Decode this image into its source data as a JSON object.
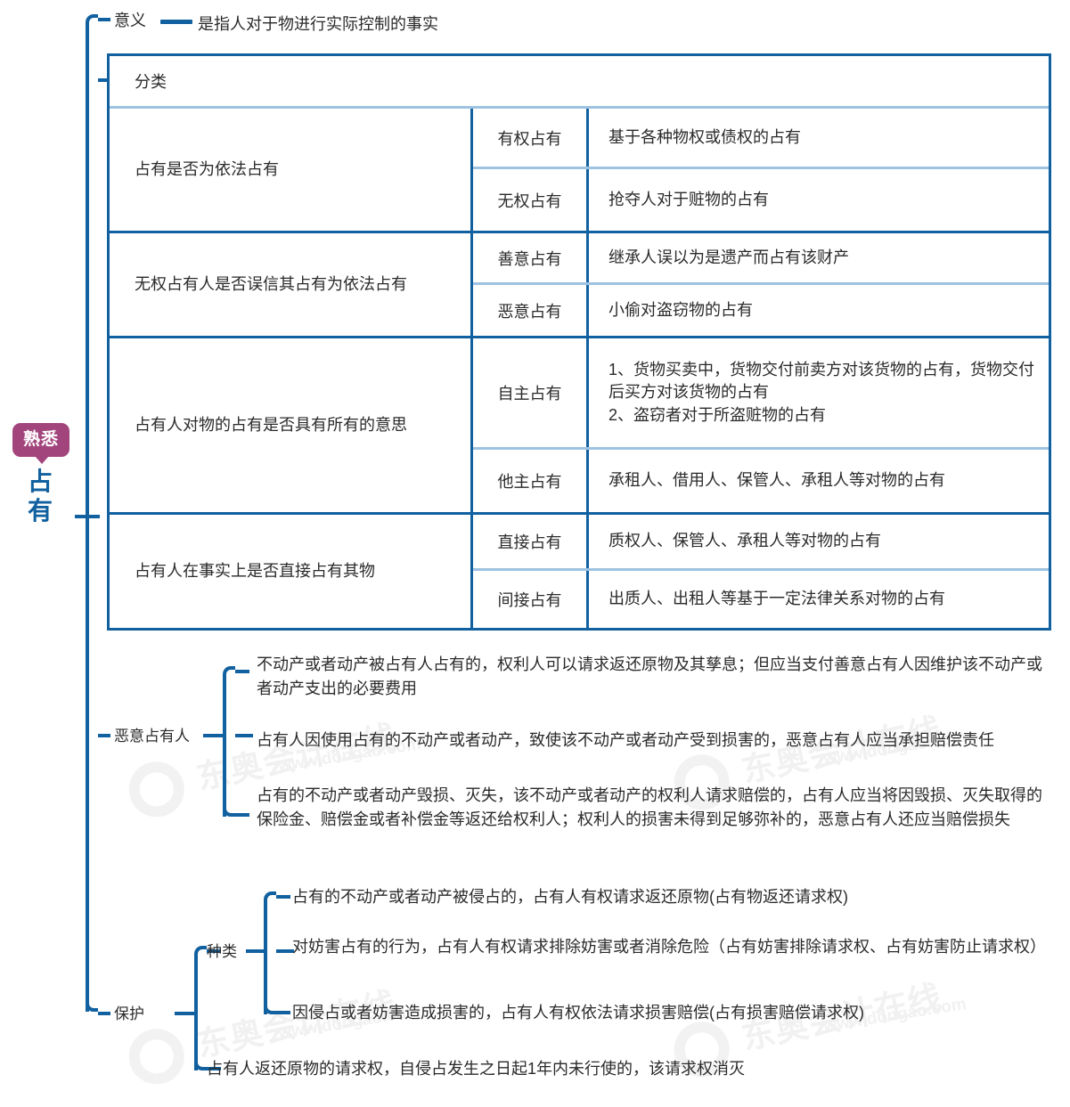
{
  "root": {
    "badge": "熟悉",
    "title": "占 有",
    "title_line1": "占",
    "title_line2": "有",
    "accent_blue": "#11609f",
    "badge_color": "#a2457c"
  },
  "watermark": {
    "brand": "东奥会计在线",
    "url": "www.dongao.com"
  },
  "meaning": {
    "label": "意义",
    "text": "是指人对于物进行实际控制的事实"
  },
  "classification": {
    "header": "分类",
    "rows": [
      {
        "category": "占有是否为依法占有",
        "subs": [
          {
            "name": "有权占有",
            "desc": "基于各种物权或债权的占有"
          },
          {
            "name": "无权占有",
            "desc": "抢夺人对于赃物的占有"
          }
        ]
      },
      {
        "category": "无权占有人是否误信其占有为依法占有",
        "subs": [
          {
            "name": "善意占有",
            "desc": "继承人误以为是遗产而占有该财产"
          },
          {
            "name": "恶意占有",
            "desc": "小偷对盗窃物的占有"
          }
        ]
      },
      {
        "category": "占有人对物的占有是否具有所有的意思",
        "subs": [
          {
            "name": "自主占有",
            "desc": "1、货物买卖中，货物交付前卖方对该货物的占有，货物交付后买方对该货物的占有\n2、盗窃者对于所盗赃物的占有"
          },
          {
            "name": "他主占有",
            "desc": "承租人、借用人、保管人、承租人等对物的占有"
          }
        ]
      },
      {
        "category": "占有人在事实上是否直接占有其物",
        "subs": [
          {
            "name": "直接占有",
            "desc": "质权人、保管人、承租人等对物的占有"
          },
          {
            "name": "间接占有",
            "desc": "出质人、出租人等基于一定法律关系对物的占有"
          }
        ]
      }
    ]
  },
  "malicious": {
    "label": "恶意占有人",
    "items": [
      "不动产或者动产被占有人占有的，权利人可以请求返还原物及其孳息；但应当支付善意占有人因维护该不动产或者动产支出的必要费用",
      "占有人因使用占有的不动产或者动产，致使该不动产或者动产受到损害的，恶意占有人应当承担赔偿责任",
      "占有的不动产或者动产毁损、灭失，该不动产或者动产的权利人请求赔偿的，占有人应当将因毁损、灭失取得的保险金、赔偿金或者补偿金等返还给权利人；权利人的损害未得到足够弥补的，恶意占有人还应当赔偿损失"
    ]
  },
  "protection": {
    "label": "保护",
    "kinds_label": "种类",
    "kinds": [
      "占有的不动产或者动产被侵占的，占有人有权请求返还原物(占有物返还请求权)",
      "对妨害占有的行为，占有人有权请求排除妨害或者消除危险（占有妨害排除请求权、占有妨害防止请求权）",
      "因侵占或者妨害造成损害的，占有人有权依法请求损害赔偿(占有损害赔偿请求权)"
    ],
    "limitation": "占有人返还原物的请求权，自侵占发生之日起1年内未行使的，该请求权消灭"
  }
}
